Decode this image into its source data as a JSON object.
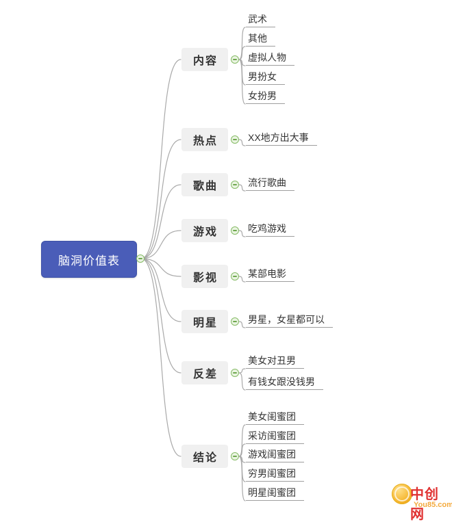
{
  "root": {
    "label": "脑洞价值表"
  },
  "branches": [
    {
      "label": "内容",
      "children": [
        "武术",
        "其他",
        "虚拟人物",
        "男扮女",
        "女扮男"
      ]
    },
    {
      "label": "热点",
      "children": [
        "XX地方出大事"
      ]
    },
    {
      "label": "歌曲",
      "children": [
        "流行歌曲"
      ]
    },
    {
      "label": "游戏",
      "children": [
        "吃鸡游戏"
      ]
    },
    {
      "label": "影视",
      "children": [
        "某部电影"
      ]
    },
    {
      "label": "明星",
      "children": [
        "男星，女星都可以"
      ]
    },
    {
      "label": "反差",
      "children": [
        "美女对丑男",
        "有钱女跟没钱男"
      ]
    },
    {
      "label": "结论",
      "children": [
        "美女闺蜜团",
        "采访闺蜜团",
        "游戏闺蜜团",
        "穷男闺蜜团",
        "明星闺蜜团"
      ]
    }
  ],
  "watermark": {
    "title": "中创网",
    "subtitle": "You85.com"
  },
  "colors": {
    "root_bg": "#4A5DB8",
    "branch_bg": "#F0F0F0",
    "connector": "#A9A9A9",
    "collapse_green": "#6FA84F",
    "watermark_red": "#E03131",
    "watermark_gold": "#F5B62F"
  }
}
